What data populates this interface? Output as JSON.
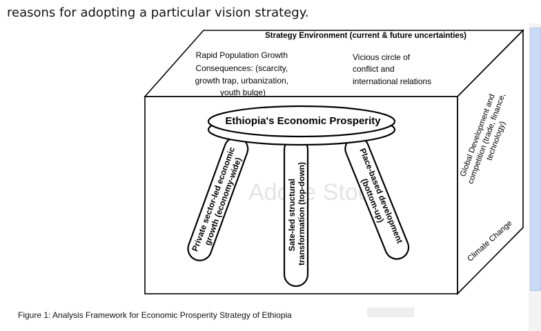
{
  "intro_text": "reasons for adopting a particular vision strategy.",
  "figure": {
    "box_top_label": "Strategy Environment (current & future uncertainties)",
    "top_left_text": [
      "Rapid Population Growth",
      "Consequences: (scarcity,",
      "growth trap, urbanization,",
      "youth bulge)"
    ],
    "top_right_text": [
      "Vicious circle of",
      "conflict and",
      "international relations"
    ],
    "side_upper_text": [
      "Global Development and",
      "competition (trade, finance,",
      "technology)"
    ],
    "side_lower_text": "Climate Change",
    "seat_label": "Ethiopia's Economic Prosperity",
    "leg_left": [
      "Private sector-led economic",
      "growth (economy-wide)"
    ],
    "leg_middle": [
      "Sate-led structural",
      "transformation (top-down)"
    ],
    "leg_right": [
      "Place-based development",
      "(bottom-up)"
    ],
    "watermark": "Adobe Stock"
  },
  "caption": "Figure 1: Analysis Framework for Economic Prosperity Strategy of Ethiopia"
}
